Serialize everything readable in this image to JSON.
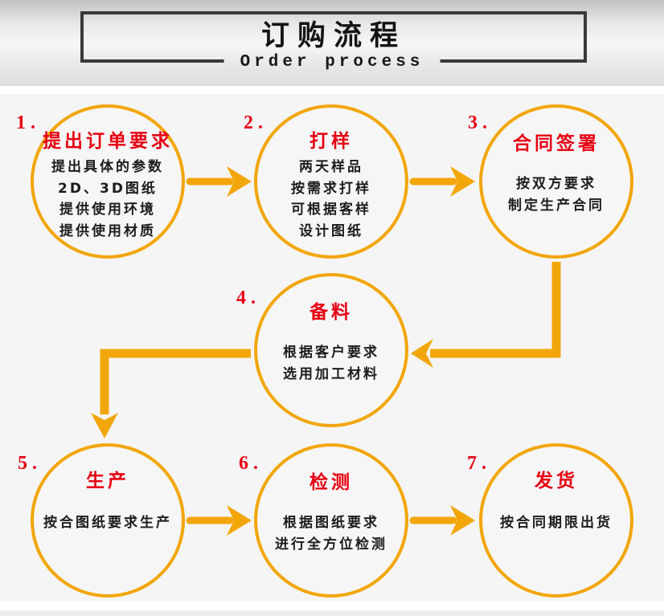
{
  "header": {
    "title": "订购流程",
    "subtitle": "Order process"
  },
  "colors": {
    "accent_orange": "#F2A60A",
    "accent_red": "#E60012",
    "border_dark": "#3A3A3A"
  },
  "steps": [
    {
      "num": "1 .",
      "title": "提出订单要求",
      "lines": [
        "提出具体的参数",
        "2D、3D图纸",
        "提供使用环境",
        "提供使用材质"
      ]
    },
    {
      "num": "2 .",
      "title": "打样",
      "lines": [
        "两天样品",
        "按需求打样",
        "可根据客样",
        "设计图纸"
      ]
    },
    {
      "num": "3 .",
      "title": "合同签署",
      "lines": [
        "按双方要求",
        "制定生产合同"
      ]
    },
    {
      "num": "4 .",
      "title": "备料",
      "lines": [
        "根据客户要求",
        "选用加工材料"
      ]
    },
    {
      "num": "5 .",
      "title": "生产",
      "lines": [
        "按合图纸要求生产"
      ]
    },
    {
      "num": "6 .",
      "title": "检测",
      "lines": [
        "根据图纸要求",
        "进行全方位检测"
      ]
    },
    {
      "num": "7 .",
      "title": "发货",
      "lines": [
        "按合同期限出货"
      ]
    }
  ]
}
